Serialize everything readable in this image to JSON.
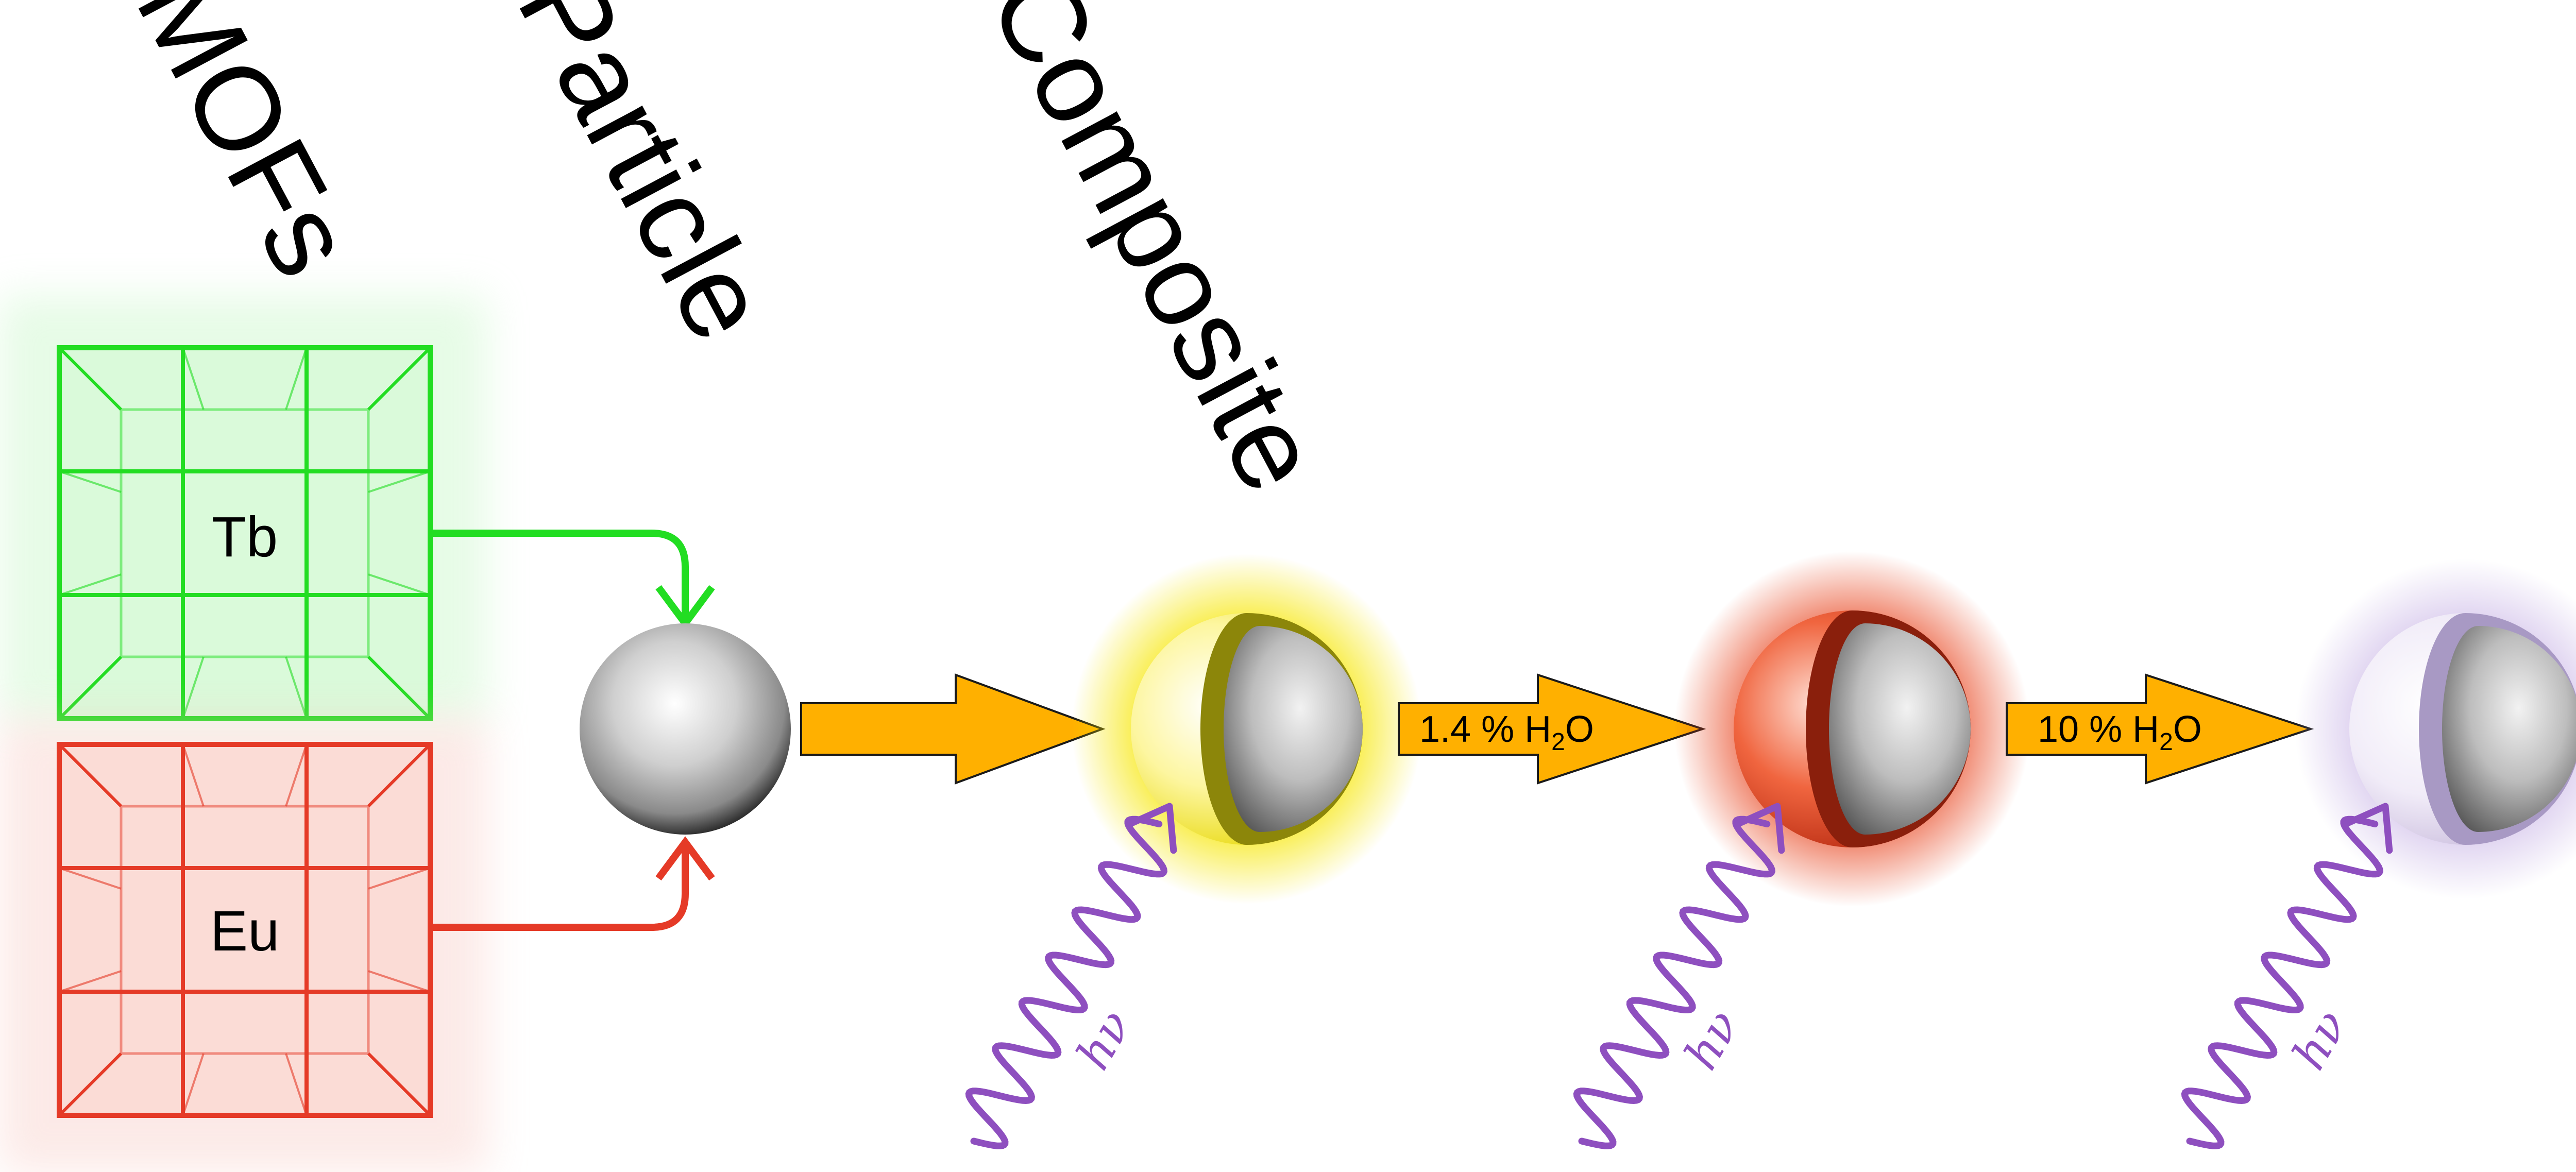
{
  "headings": {
    "mofs": "MOFs",
    "particle": "Particle",
    "composite": "Composite"
  },
  "mof_labels": {
    "tb": "Tb",
    "eu": "Eu"
  },
  "arrows": [
    {
      "label_main": "1.4 % H",
      "label_sub": "2",
      "label_end": "O"
    },
    {
      "label_main": "10 % H",
      "label_sub": "2",
      "label_end": "O"
    }
  ],
  "excitation_label": "hν",
  "colors": {
    "tb_green": "#22dd22",
    "eu_red": "#e53a27",
    "arrow_orange": "#ffb000",
    "photon_purple": "#8e4fbf",
    "glow_yellow": "#f6e600",
    "glow_red": "#e8451f",
    "glow_violet": "#c9b5e6"
  }
}
